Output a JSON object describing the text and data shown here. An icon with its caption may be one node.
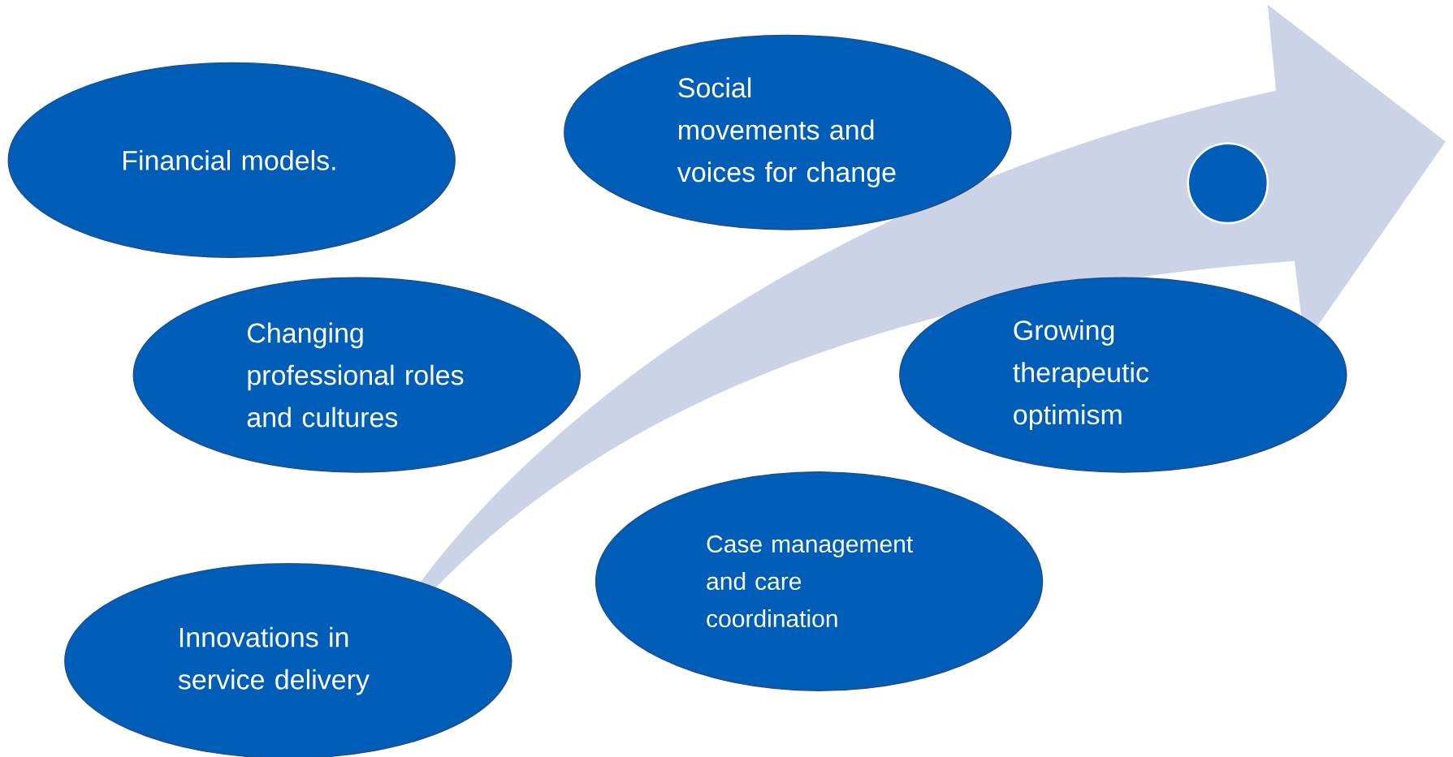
{
  "diagram": {
    "nodes": [
      {
        "text": [
          "Financial models."
        ]
      },
      {
        "text": [
          "Social movements and voices for change"
        ]
      },
      {
        "text": [
          "Changing professional roles and cultures"
        ]
      },
      {
        "text": [
          "Growing therapeutic optimism"
        ]
      },
      {
        "text": [
          "Case management and care coordination"
        ]
      },
      {
        "text": [
          "Innovations in service delivery"
        ]
      },
      {
        "text": [],
        "shape": "circle"
      }
    ]
  }
}
